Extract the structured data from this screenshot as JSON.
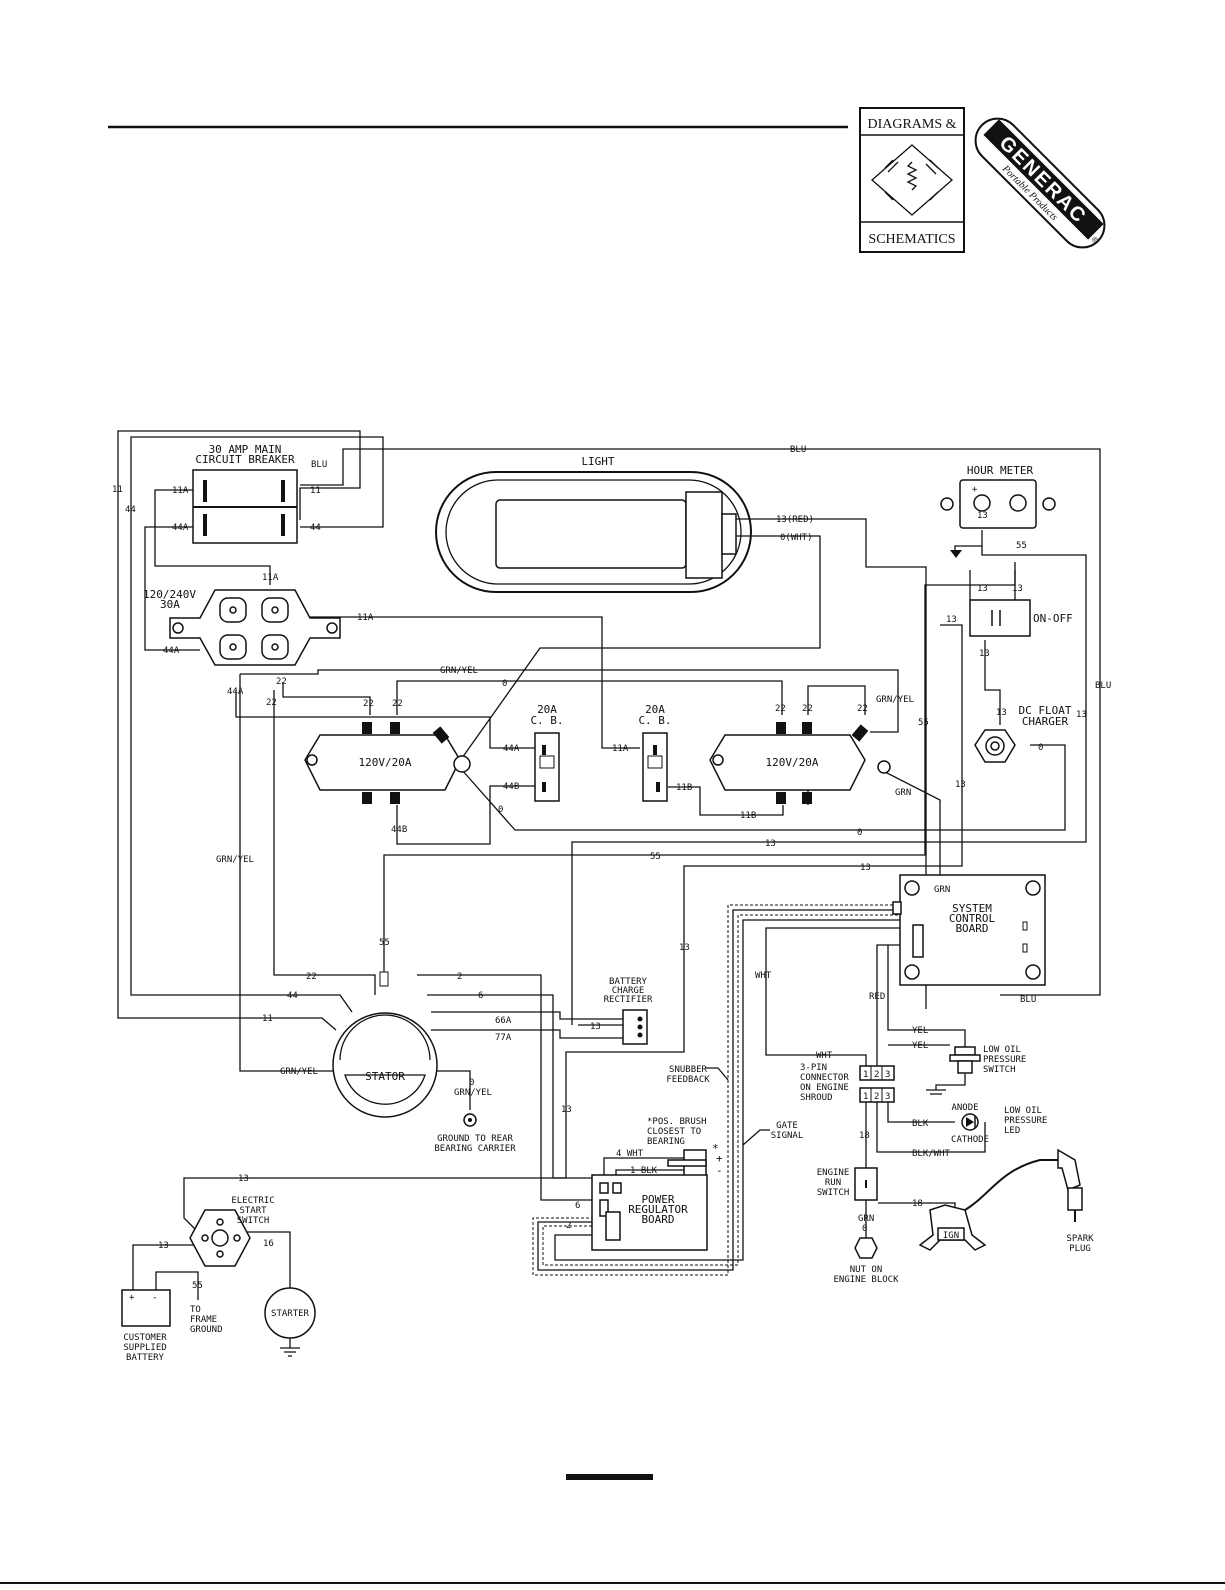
{
  "logos": {
    "diagrams_top": "DIAGRAMS &",
    "diagrams_bottom": "SCHEMATICS",
    "brand": "GENERAC",
    "brand_sub": "Portable Products",
    "brand_mark": "®"
  },
  "components": {
    "main_breaker": [
      "30 AMP MAIN",
      "CIRCUIT BREAKER"
    ],
    "light": "LIGHT",
    "hour_meter": "HOUR METER",
    "on_off": "ON-OFF",
    "dc_float": [
      "DC FLOAT",
      "CHARGER"
    ],
    "twist_lock": [
      "120/240V",
      "30A"
    ],
    "receptacle": "120V/20A",
    "cb": [
      "20A",
      "C. B."
    ],
    "system_board": [
      "SYSTEM",
      "CONTROL",
      "BOARD"
    ],
    "rectifier": [
      "BATTERY",
      "CHARGE",
      "RECTIFIER"
    ],
    "stator": "STATOR",
    "ground_rear": [
      "GROUND TO REAR",
      "BEARING CARRIER"
    ],
    "snubber": [
      "SNUBBER",
      "FEEDBACK"
    ],
    "gate": [
      "GATE",
      "SIGNAL"
    ],
    "pos_brush": [
      "*POS. BRUSH",
      "CLOSEST TO",
      "BEARING"
    ],
    "power_reg": [
      "POWER",
      "REGULATOR",
      "BOARD"
    ],
    "connector": [
      "3-PIN",
      "CONNECTOR",
      "ON ENGINE",
      "SHROUD"
    ],
    "low_oil_switch": [
      "LOW OIL",
      "PRESSURE",
      "SWITCH"
    ],
    "low_oil_led": [
      "LOW OIL",
      "PRESSURE",
      "LED"
    ],
    "anode": "ANODE",
    "cathode": "CATHODE",
    "engine_run": [
      "ENGINE",
      "RUN",
      "SWITCH"
    ],
    "nut": [
      "NUT ON",
      "ENGINE BLOCK"
    ],
    "spark": [
      "SPARK",
      "PLUG"
    ],
    "ign": "IGN",
    "elec_start": [
      "ELECTRIC",
      "START",
      "SWITCH"
    ],
    "battery": [
      "CUSTOMER",
      "SUPPLIED",
      "BATTERY"
    ],
    "to_frame": [
      "TO",
      "FRAME",
      "GROUND"
    ],
    "starter": "STARTER",
    "plus": "+",
    "minus": "-",
    "star": "*",
    "pins": [
      "1",
      "2",
      "3"
    ]
  },
  "wires": {
    "w11": "11",
    "w44": "44",
    "w11a": "11A",
    "w44a": "44A",
    "w11b": "11B",
    "w44b": "44B",
    "w22": "22",
    "w0": "0",
    "w13": "13",
    "w55": "55",
    "w2": "2",
    "w6": "6",
    "w66a": "66A",
    "w77a": "77A",
    "w16": "16",
    "w18": "18",
    "blu": "BLU",
    "grnyel": "GRN/YEL",
    "grn": "GRN",
    "red": "RED",
    "yel": "YEL",
    "wht": "WHT",
    "blk": "BLK",
    "blkwht": "BLK/WHT",
    "red13": "13(RED)",
    "wht0": "0(WHT)",
    "wht4": "4 WHT",
    "blk1": "1 BLK"
  }
}
